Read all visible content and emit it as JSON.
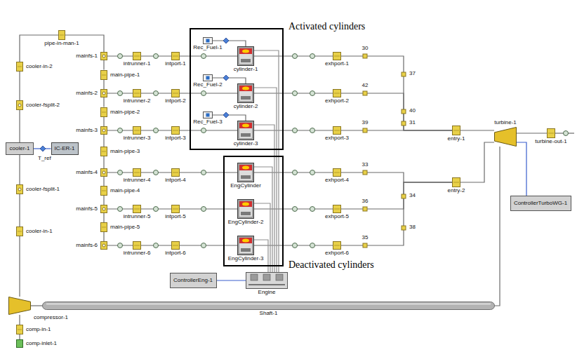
{
  "diagram": {
    "nodes": [
      {
        "text": [
          "Activated cylinders"
        ]
      },
      {
        "text": [
          "Rec_Fuel-1"
        ],
        "in": 0
      },
      {
        "text": [
          "cylinder-1"
        ],
        "in": 0
      },
      {
        "text": [
          "Rec_Fuel-2"
        ],
        "in": 0
      },
      {
        "text": [
          "cylinder-2"
        ],
        "in": 0
      },
      {
        "text": [
          "Rec_Fuel-3"
        ],
        "in": 0
      },
      {
        "text": [
          "cylinder-3"
        ],
        "in": 0
      },
      {
        "text": [
          "Deactivated cylinders"
        ]
      },
      {
        "text": [
          "EngCylinder"
        ],
        "in": 7
      },
      {
        "text": [
          "EngCylinder-2"
        ],
        "in": 7
      },
      {
        "text": [
          "EngCylinder-3"
        ],
        "in": 7
      },
      {
        "text": [
          "pipe-in-man-1"
        ]
      },
      {
        "text": [
          "cooler-in-2"
        ]
      },
      {
        "text": [
          "cooler-fsplit-2"
        ]
      },
      {
        "text": [
          "cooler-1"
        ]
      },
      {
        "text": [
          "IC-ER-1"
        ]
      },
      {
        "text": [
          "cooler-fsplit-1"
        ]
      },
      {
        "text": [
          "cooler-in-1"
        ]
      },
      {
        "text": [
          "compressor-1"
        ]
      },
      {
        "text": [
          "comp-in-1"
        ]
      },
      {
        "text": [
          "comp-inlet-1"
        ]
      },
      {
        "text": [
          "mainfs-1"
        ]
      },
      {
        "text": [
          "mainfs-2"
        ]
      },
      {
        "text": [
          "mainfs-3"
        ]
      },
      {
        "text": [
          "mainfs-4"
        ]
      },
      {
        "text": [
          "mainfs-5"
        ]
      },
      {
        "text": [
          "mainfs-6"
        ]
      },
      {
        "text": [
          "main-pipe-1"
        ]
      },
      {
        "text": [
          "main-pipe-2"
        ]
      },
      {
        "text": [
          "main-pipe-3"
        ]
      },
      {
        "text": [
          "main-pipe-4"
        ]
      },
      {
        "text": [
          "main-pipe-5"
        ]
      },
      {
        "text": [
          "intrunner-1"
        ]
      },
      {
        "text": [
          "intrunner-2"
        ]
      },
      {
        "text": [
          "intrunner-3"
        ]
      },
      {
        "text": [
          "intrunner-4"
        ]
      },
      {
        "text": [
          "intrunner-5"
        ]
      },
      {
        "text": [
          "intrunner-6"
        ]
      },
      {
        "text": [
          "intport-1"
        ]
      },
      {
        "text": [
          "intport-2"
        ]
      },
      {
        "text": [
          "intport-3"
        ]
      },
      {
        "text": [
          "intport-4"
        ]
      },
      {
        "text": [
          "intport-5"
        ]
      },
      {
        "text": [
          "intport-6"
        ]
      },
      {
        "text": [
          "exhport-1"
        ]
      },
      {
        "text": [
          "exhport-2"
        ]
      },
      {
        "text": [
          "exhport-3"
        ]
      },
      {
        "text": [
          "exhport-4"
        ]
      },
      {
        "text": [
          "exhport-5"
        ]
      },
      {
        "text": [
          "exhport-6"
        ]
      },
      {
        "text": [
          "entry-1"
        ]
      },
      {
        "text": [
          "entry-2"
        ]
      },
      {
        "text": [
          "turbine-1"
        ]
      },
      {
        "text": [
          "turbine-out-1"
        ]
      },
      {
        "text": [
          "ControllerTurboWG-1"
        ]
      },
      {
        "text": [
          "ControllerEng-1"
        ]
      },
      {
        "text": [
          "Engine"
        ]
      },
      {
        "text": [
          "Shaft-1"
        ]
      }
    ],
    "edges": [
      {
        "from": 20,
        "to": 19,
        "arrow": "none"
      },
      {
        "from": 19,
        "to": 18,
        "arrow": "none"
      },
      {
        "from": 18,
        "to": 17,
        "arrow": "none"
      },
      {
        "from": 17,
        "to": 16,
        "arrow": "none"
      },
      {
        "from": 16,
        "to": 14,
        "arrow": "none"
      },
      {
        "from": 14,
        "to": 13,
        "arrow": "none"
      },
      {
        "from": 13,
        "to": 12,
        "arrow": "none"
      },
      {
        "from": 12,
        "to": 11,
        "arrow": "none"
      },
      {
        "from": 11,
        "to": 21,
        "arrow": "none"
      },
      {
        "from": 15,
        "to": 14,
        "arrow": "none"
      },
      {
        "from": 21,
        "to": 27,
        "arrow": "none"
      },
      {
        "from": 27,
        "to": 22,
        "arrow": "none"
      },
      {
        "from": 22,
        "to": 28,
        "arrow": "none"
      },
      {
        "from": 28,
        "to": 23,
        "arrow": "none"
      },
      {
        "from": 23,
        "to": 29,
        "arrow": "none"
      },
      {
        "from": 29,
        "to": 24,
        "arrow": "none"
      },
      {
        "from": 24,
        "to": 30,
        "arrow": "none"
      },
      {
        "from": 30,
        "to": 25,
        "arrow": "none"
      },
      {
        "from": 25,
        "to": 31,
        "arrow": "none"
      },
      {
        "from": 31,
        "to": 26,
        "arrow": "none"
      },
      {
        "from": 21,
        "to": 32,
        "arrow": "none"
      },
      {
        "from": 22,
        "to": 33,
        "arrow": "none"
      },
      {
        "from": 23,
        "to": 34,
        "arrow": "none"
      },
      {
        "from": 24,
        "to": 35,
        "arrow": "none"
      },
      {
        "from": 25,
        "to": 36,
        "arrow": "none"
      },
      {
        "from": 26,
        "to": 37,
        "arrow": "none"
      },
      {
        "from": 32,
        "to": 38,
        "arrow": "none"
      },
      {
        "from": 33,
        "to": 39,
        "arrow": "none"
      },
      {
        "from": 34,
        "to": 40,
        "arrow": "none"
      },
      {
        "from": 35,
        "to": 41,
        "arrow": "none"
      },
      {
        "from": 36,
        "to": 42,
        "arrow": "none"
      },
      {
        "from": 37,
        "to": 43,
        "arrow": "none"
      },
      {
        "from": 38,
        "to": 2,
        "arrow": "none"
      },
      {
        "from": 39,
        "to": 4,
        "arrow": "none"
      },
      {
        "from": 40,
        "to": 6,
        "arrow": "none"
      },
      {
        "from": 41,
        "to": 8,
        "arrow": "none"
      },
      {
        "from": 42,
        "to": 9,
        "arrow": "none"
      },
      {
        "from": 43,
        "to": 10,
        "arrow": "none"
      },
      {
        "from": 2,
        "to": 44,
        "arrow": "none"
      },
      {
        "from": 4,
        "to": 45,
        "arrow": "none"
      },
      {
        "from": 6,
        "to": 46,
        "arrow": "none"
      },
      {
        "from": 8,
        "to": 47,
        "arrow": "none"
      },
      {
        "from": 9,
        "to": 48,
        "arrow": "none"
      },
      {
        "from": 10,
        "to": 49,
        "arrow": "none"
      },
      {
        "from": 1,
        "to": 2,
        "arrow": "none"
      },
      {
        "from": 3,
        "to": 4,
        "arrow": "none"
      },
      {
        "from": 5,
        "to": 6,
        "arrow": "none"
      },
      {
        "from": 44,
        "to": 50,
        "arrow": "none"
      },
      {
        "from": 45,
        "to": 50,
        "arrow": "none"
      },
      {
        "from": 46,
        "to": 50,
        "arrow": "none"
      },
      {
        "from": 47,
        "to": 51,
        "arrow": "none"
      },
      {
        "from": 48,
        "to": 51,
        "arrow": "none"
      },
      {
        "from": 49,
        "to": 51,
        "arrow": "none"
      },
      {
        "from": 50,
        "to": 52,
        "arrow": "none"
      },
      {
        "from": 51,
        "to": 52,
        "arrow": "none"
      },
      {
        "from": 52,
        "to": 53,
        "arrow": "none"
      },
      {
        "from": 54,
        "to": 52,
        "arrow": "none"
      },
      {
        "from": 2,
        "to": 56,
        "arrow": "none"
      },
      {
        "from": 4,
        "to": 56,
        "arrow": "none"
      },
      {
        "from": 6,
        "to": 56,
        "arrow": "none"
      },
      {
        "from": 8,
        "to": 56,
        "arrow": "none"
      },
      {
        "from": 9,
        "to": 56,
        "arrow": "none"
      },
      {
        "from": 10,
        "to": 56,
        "arrow": "none"
      },
      {
        "from": 55,
        "to": 56,
        "arrow": "none"
      },
      {
        "from": 18,
        "to": 57,
        "arrow": "none"
      },
      {
        "from": 57,
        "to": 52,
        "arrow": "none"
      }
    ],
    "labels": [
      "T_ref",
      "30",
      "42",
      "39",
      "33",
      "36",
      "35",
      "37",
      "40",
      "31",
      "34",
      "38"
    ]
  }
}
